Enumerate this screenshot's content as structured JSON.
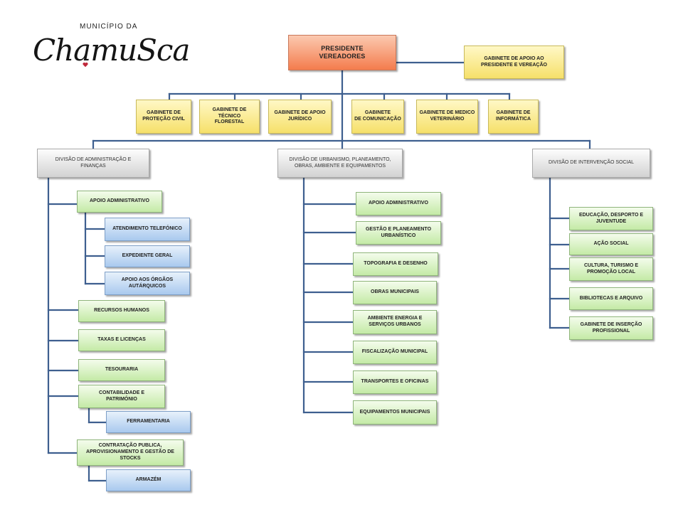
{
  "logo": {
    "top": "MUNICÍPIO DA",
    "main": "ChamuSca"
  },
  "colors": {
    "connector": "#3e5f8f",
    "presidente": "#f47c4d",
    "gabinete": "#f6e06a",
    "division": "#d2d2d2",
    "unit": "#c4eaa6",
    "subunit": "#a9c9ee",
    "heart": "#c0283a"
  },
  "top": {
    "presidente": "PRESIDENTE\nVEREADORES",
    "gabinete_apoio": "GABINETE  DE APOIO AO\nPRESIDENTE  E VEREAÇÃO"
  },
  "gabinetes": {
    "protecao": "GABINETE DE\nPROTEÇÃO CIVIL",
    "florestal": "GABINETE DE TÉCNICO\nFLORESTAL",
    "juridico": "GABINETE DE APOIO\nJURÍDICO",
    "comunicacao": "GABINETE\nDE COMUNICAÇÃO",
    "veterinario": "GABINETE DE MEDICO\nVETERINÁRIO",
    "informatica": "GABINETE DE\nINFORMÁTICA"
  },
  "divisions": {
    "admin": {
      "label": "DIVISÃO  DE ADMINISTRAÇÃO  E\nFINANÇAS",
      "apoio": "APOIO  ADMINISTRATIVO",
      "atendimento": "ATENDIMENTO  TELEFÓNICO",
      "expediente": "EXPEDIENTE  GERAL",
      "orgaos": "APOIO  AOS ÓRGÃOS\nAUTÁRQUICOS",
      "rh": "RECURSOS  HUMANOS",
      "taxas": "TAXAS  E LICENÇAS",
      "tesouraria": "TESOURARIA",
      "contabilidade": "CONTABILIDADE  E\nPATRIMÓNIO",
      "ferramentaria": "FERRAMENTARIA",
      "contratacao": "CONTRATAÇÃO  PUBLICA,\nAPROVISIONAMENTO  E GESTÃO DE\nSTOCKS",
      "armazem": "ARMAZÉM"
    },
    "urbanismo": {
      "label": "DIVISÃO  DE URBANISMO,  PLANEAMENTO,\nOBRAS,  AMBIENTE  E EQUIPAMENTOS",
      "units": [
        "APOIO  ADMINISTRATIVO",
        "GESTÃO  E PLANEAMENTO\nURBANÍSTICO",
        "TOPOGRAFIA  E DESENHO",
        "OBRAS  MUNICIPAIS",
        "AMBIENTE  ENERGIA  E\nSERVIÇOS  URBANOS",
        "FISCALIZAÇÃO  MUNICIPAL",
        "TRANSPORTES  E OFICINAS",
        "EQUIPAMENTOS  MUNICIPAIS"
      ]
    },
    "social": {
      "label": "DIVISÃO  DE INTERVENÇÃO  SOCIAL",
      "units": [
        "EDUCAÇÃO,  DESPORTO  E\nJUVENTUDE",
        "AÇÃO  SOCIAL",
        "CULTURA,  TURISMO  E\nPROMOÇÃO  LOCAL",
        "BIBLIOTECAS  E ARQUIVO",
        "GABINETE  DE INSERÇÃO\nPROFISSIONAL"
      ]
    }
  }
}
